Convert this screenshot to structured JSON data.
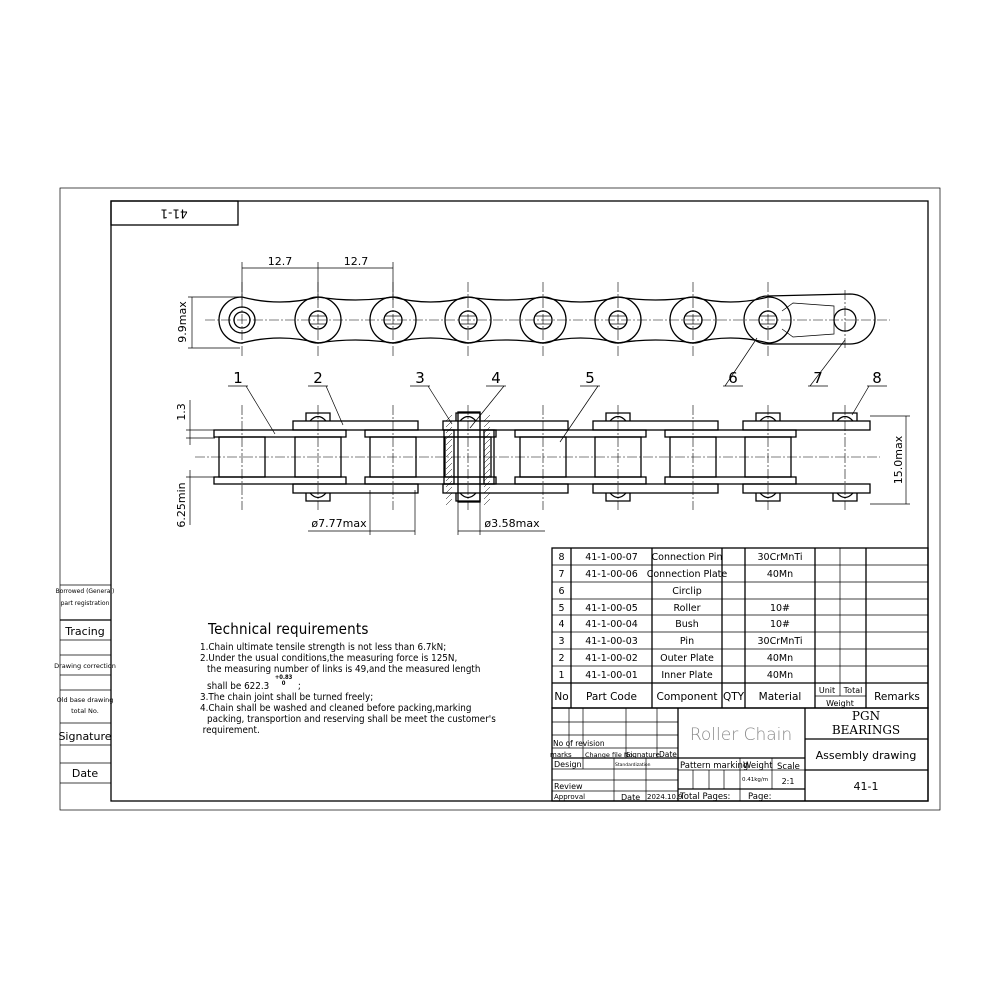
{
  "drawing_number_box": "41-1",
  "dimensions": {
    "pitch_1": "12.7",
    "pitch_2": "12.7",
    "plate_height": "9.9max",
    "plate_thickness": "1.3",
    "inner_width": "6.25min",
    "overall_width": "15.0max",
    "roller_diameter": "ø7.77max",
    "pin_diameter": "ø3.58max"
  },
  "balloons": [
    "1",
    "2",
    "3",
    "4",
    "5",
    "6",
    "7",
    "8"
  ],
  "left_column": {
    "borrowed_1": "Borrowed (General)",
    "borrowed_2": "part registration",
    "tracing": "Tracing",
    "drawing_correction": "Drawing correction",
    "old_base_1": "Old base drawing",
    "old_base_2": "total No.",
    "signature": "Signature",
    "date": "Date"
  },
  "technical_requirements": {
    "title": "Technical requirements",
    "line1": "1.Chain ultimate tensile strength is not less than 6.7kN;",
    "line2": "2.Under the usual conditions,the measuring force is 125N,",
    "line2b": "the measuring number of links is 49,and the measured length",
    "line2c": "shall be 622.3",
    "tol_upper": "+0.83",
    "tol_lower": "0",
    "line2d": ";",
    "line3": "3.The chain joint shall be turned freely;",
    "line4": "4.Chain shall be washed and cleaned before packing,marking",
    "line4b": "packing, transportion and reserving shall be meet the customer's",
    "line4c": "requirement."
  },
  "bom": {
    "headers": {
      "no": "No",
      "part_code": "Part Code",
      "component": "Component",
      "qty": "QTY",
      "material": "Material",
      "unit": "Unit",
      "total": "Total",
      "weight": "Weight",
      "remarks": "Remarks"
    },
    "rows": [
      {
        "no": "8",
        "part_code": "41-1-00-07",
        "component": "Connection Pin",
        "material": "30CrMnTi"
      },
      {
        "no": "7",
        "part_code": "41-1-00-06",
        "component": "Connection Plate",
        "material": "40Mn"
      },
      {
        "no": "6",
        "part_code": "",
        "component": "Circlip",
        "material": ""
      },
      {
        "no": "5",
        "part_code": "41-1-00-05",
        "component": "Roller",
        "material": "10#"
      },
      {
        "no": "4",
        "part_code": "41-1-00-04",
        "component": "Bush",
        "material": "10#"
      },
      {
        "no": "3",
        "part_code": "41-1-00-03",
        "component": "Pin",
        "material": "30CrMnTi"
      },
      {
        "no": "2",
        "part_code": "41-1-00-02",
        "component": "Outer Plate",
        "material": "40Mn"
      },
      {
        "no": "1",
        "part_code": "41-1-00-01",
        "component": "Inner Plate",
        "material": "40Mn"
      }
    ]
  },
  "title_block": {
    "no_of_revision": "No of revision",
    "marks": "marks",
    "change_file_no": "Change file No.",
    "signature": "Signature",
    "date": "Date",
    "design": "Design",
    "standardization": "Standardization",
    "review": "Review",
    "approval": "Approval",
    "date_label": "Date",
    "date_value": "2024.10.9",
    "name": "Roller Chain",
    "pattern_marking": "Pattern marking",
    "weight": "Weight",
    "scale": "Scale",
    "weight_value": "0.41kg/m",
    "scale_value": "2:1",
    "total_pages": "Total Pages:",
    "page": "Page:",
    "company_1": "PGN",
    "company_2": "BEARINGS",
    "drawing_type": "Assembly drawing",
    "drawing_number": "41-1"
  }
}
